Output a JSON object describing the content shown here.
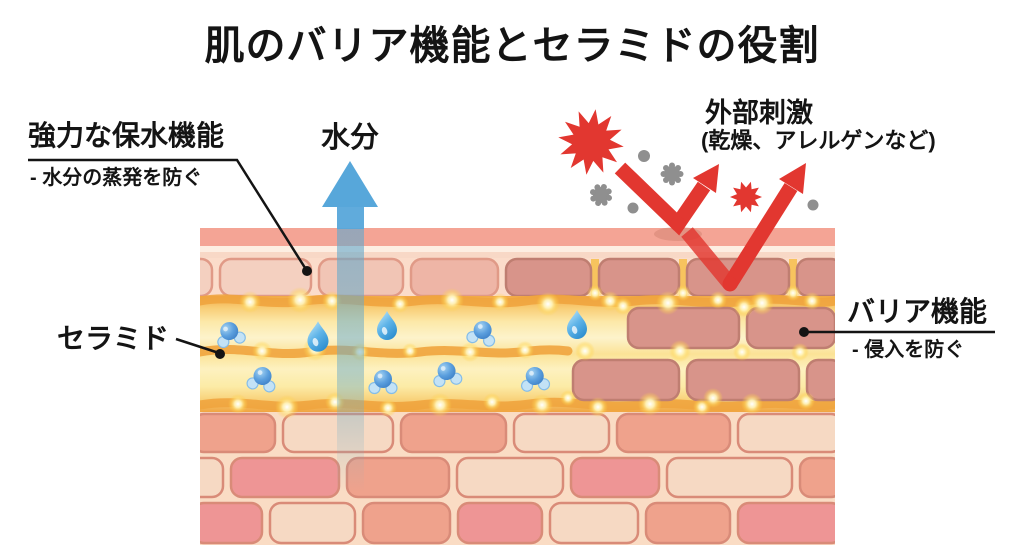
{
  "title": "肌のバリア機能とセラミドの役割",
  "annotations": {
    "water_retention": {
      "heading": "強力な保水機能",
      "detail": "- 水分の蒸発を防ぐ"
    },
    "moisture": {
      "label": "水分"
    },
    "external_stimuli": {
      "heading": "外部刺激",
      "detail": "(乾燥、アレルゲンなど)"
    },
    "ceramide": {
      "label": "セラミド"
    },
    "barrier": {
      "heading": "バリア機能",
      "detail": "- 侵入を防ぐ"
    }
  },
  "icons": {
    "moisture-arrow-icon": "blue upward arrow",
    "water-droplet-icon": "blue teardrop",
    "water-molecule-icon": "three-circle water molecule cluster",
    "starburst-icon": "red irritation burst",
    "bounce-arrow-icon": "red V-shaped deflected arrow",
    "allergen-particle-icon": "gray dot",
    "spiky-particle-icon": "gray spiky ball",
    "leader-dot-icon": "black callout dot"
  },
  "colors": {
    "ink": "#141414",
    "band1": "#f4a495",
    "band2a": "#fdeee2",
    "band2b": "#f8d8c6",
    "mortar-top": "#fbdcca",
    "wall-bg": "#fadcc4",
    "cell-l1": "#f4d0c0",
    "cell-l2": "#f1c5b5",
    "cell-l3": "#eeb5a6",
    "cell-border-light": "#e09a87",
    "cell-dark": "#d8948a",
    "cell-border-dark": "#bf7e71",
    "brick-salmon": "#efa28c",
    "brick-light": "#f6d9c3",
    "brick-rose": "#ee9595",
    "brick-border": "#d98b78",
    "wave": "#f0a43e",
    "gold-gap": "#f7c35e",
    "blue": "#57a7da",
    "red": "#e23730",
    "gray": "#8f8f8f",
    "mol-small": "#c3e2f6",
    "mol-small-border": "#85bde8"
  }
}
